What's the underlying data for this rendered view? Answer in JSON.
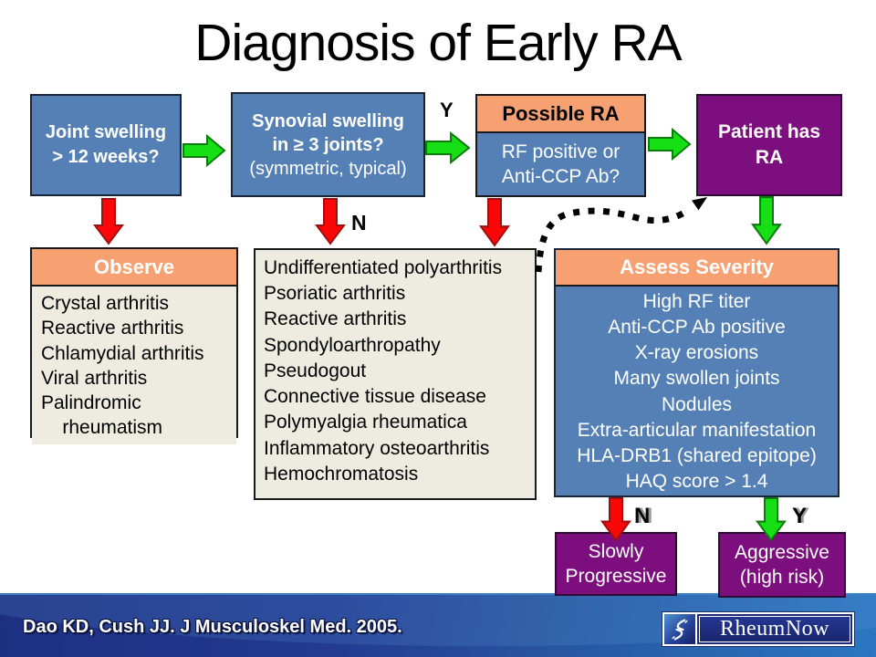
{
  "title": "Diagnosis of Early RA",
  "flow": {
    "joint_swelling": "Joint swelling\n> 12 weeks?",
    "synovial_line1": "Synovial swelling",
    "synovial_line2": "in ≥ 3 joints?",
    "synovial_note": "(symmetric, typical)",
    "possible_ra_header": "Possible RA",
    "possible_ra_body": "RF positive or\nAnti-CCP Ab?",
    "patient_has_ra": "Patient has\nRA",
    "label_y_top": "Y",
    "label_n_mid": "N",
    "label_n_bottom": "N",
    "label_y_bottom": "Y"
  },
  "observe": {
    "header": "Observe",
    "items": [
      "Crystal arthritis",
      "Reactive arthritis",
      "Chlamydial arthritis",
      "Viral arthritis",
      "Palindromic\n    rheumatism"
    ]
  },
  "differential": {
    "items": [
      "Undifferentiated polyarthritis",
      "Psoriatic arthritis",
      "Reactive arthritis",
      "Spondyloarthropathy",
      "Pseudogout",
      "Connective tissue disease",
      "Polymyalgia rheumatica",
      "Inflammatory osteoarthritis",
      "Hemochromatosis"
    ]
  },
  "assess": {
    "header": "Assess Severity",
    "items": [
      "High RF titer",
      "Anti-CCP Ab positive",
      "X-ray erosions",
      "Many swollen joints",
      "Nodules",
      "Extra-articular manifestation",
      "HLA-DRB1 (shared epitope)",
      "HAQ score > 1.4"
    ]
  },
  "outcomes": {
    "slowly": "Slowly\nProgressive",
    "aggressive": "Aggressive\n(high risk)"
  },
  "footer": {
    "citation": "Dao KD, Cush JJ. J Musculoskel Med. 2005.",
    "logo_text": "RheumNow"
  },
  "icons": {
    "right_arrow": "block-arrow-right",
    "down_arrow_red": "block-arrow-down-red",
    "down_arrow_green": "block-arrow-down-green",
    "dashed_curve": "dashed-curve-arrow",
    "logo_glyph": "rheumnow-joint-icon"
  },
  "colors": {
    "box_blue": "#5580B5",
    "header_orange": "#F7A172",
    "panel_cream": "#EEECE1",
    "purple": "#7C0F7D",
    "arrow_red": "#FB0707",
    "arrow_green": "#16DF16",
    "footer_navy": "#1E2F82",
    "footer_blue": "#2B76C0"
  }
}
